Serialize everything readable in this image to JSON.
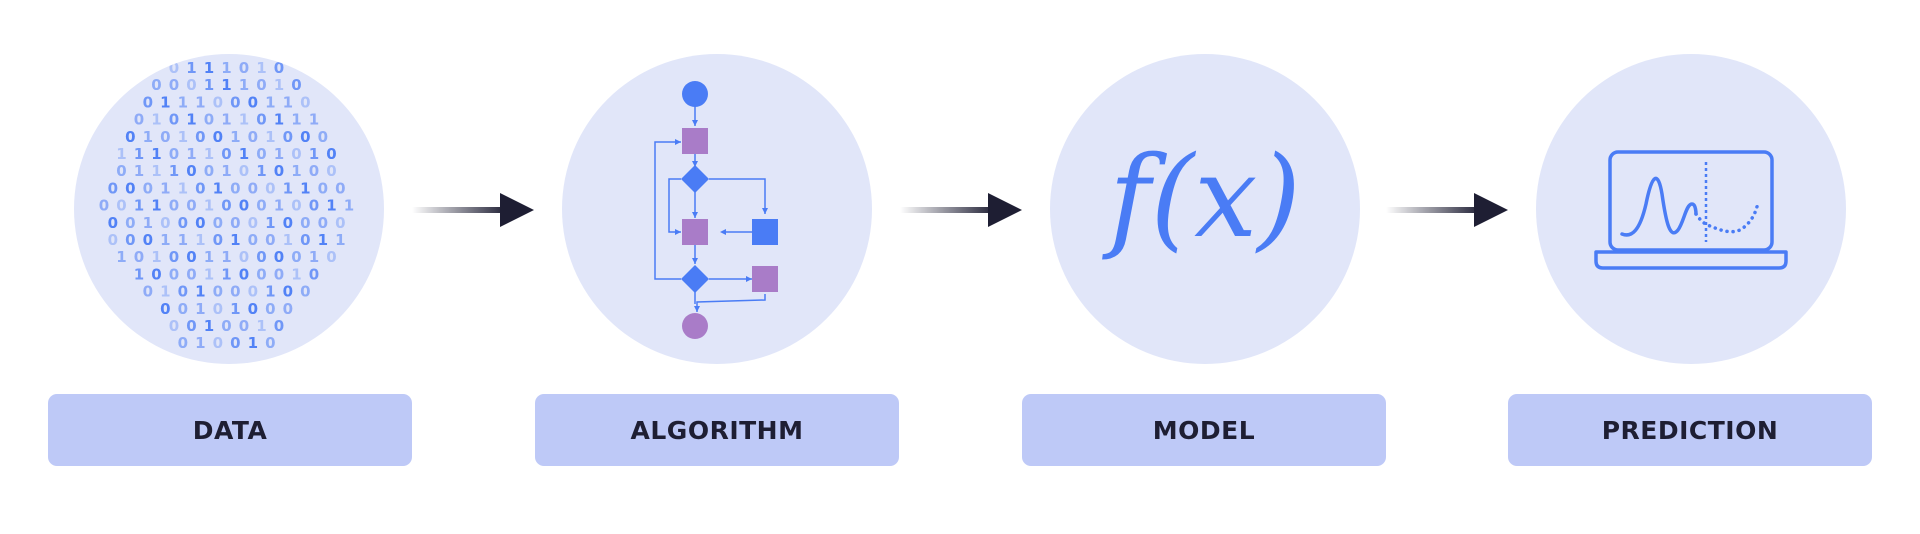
{
  "stages": [
    {
      "label": "DATA",
      "icon": "binary-data-icon"
    },
    {
      "label": "ALGORITHM",
      "icon": "flowchart-icon"
    },
    {
      "label": "MODEL",
      "icon": "function-icon",
      "formula": "f(x)"
    },
    {
      "label": "PREDICTION",
      "icon": "laptop-chart-icon"
    }
  ],
  "colors": {
    "circle_bg": "#e1e6f9",
    "label_bg": "#bec9f7",
    "label_text": "#1e1e33",
    "blue": "#4a7cf5",
    "purple": "#a97cc8",
    "arrow": "#1e1e33"
  },
  "binary_rows": [
    "0111010",
    "000111010",
    "0111000110",
    "01010110111",
    "010100101000",
    "1110110101010",
    "0111001010100",
    "00011010001100",
    "001100100010011",
    "00100000010000",
    "00011101001011",
    "1010011000010",
    "10001100010",
    "0101000100",
    "00101000",
    "0010010",
    "010010"
  ]
}
